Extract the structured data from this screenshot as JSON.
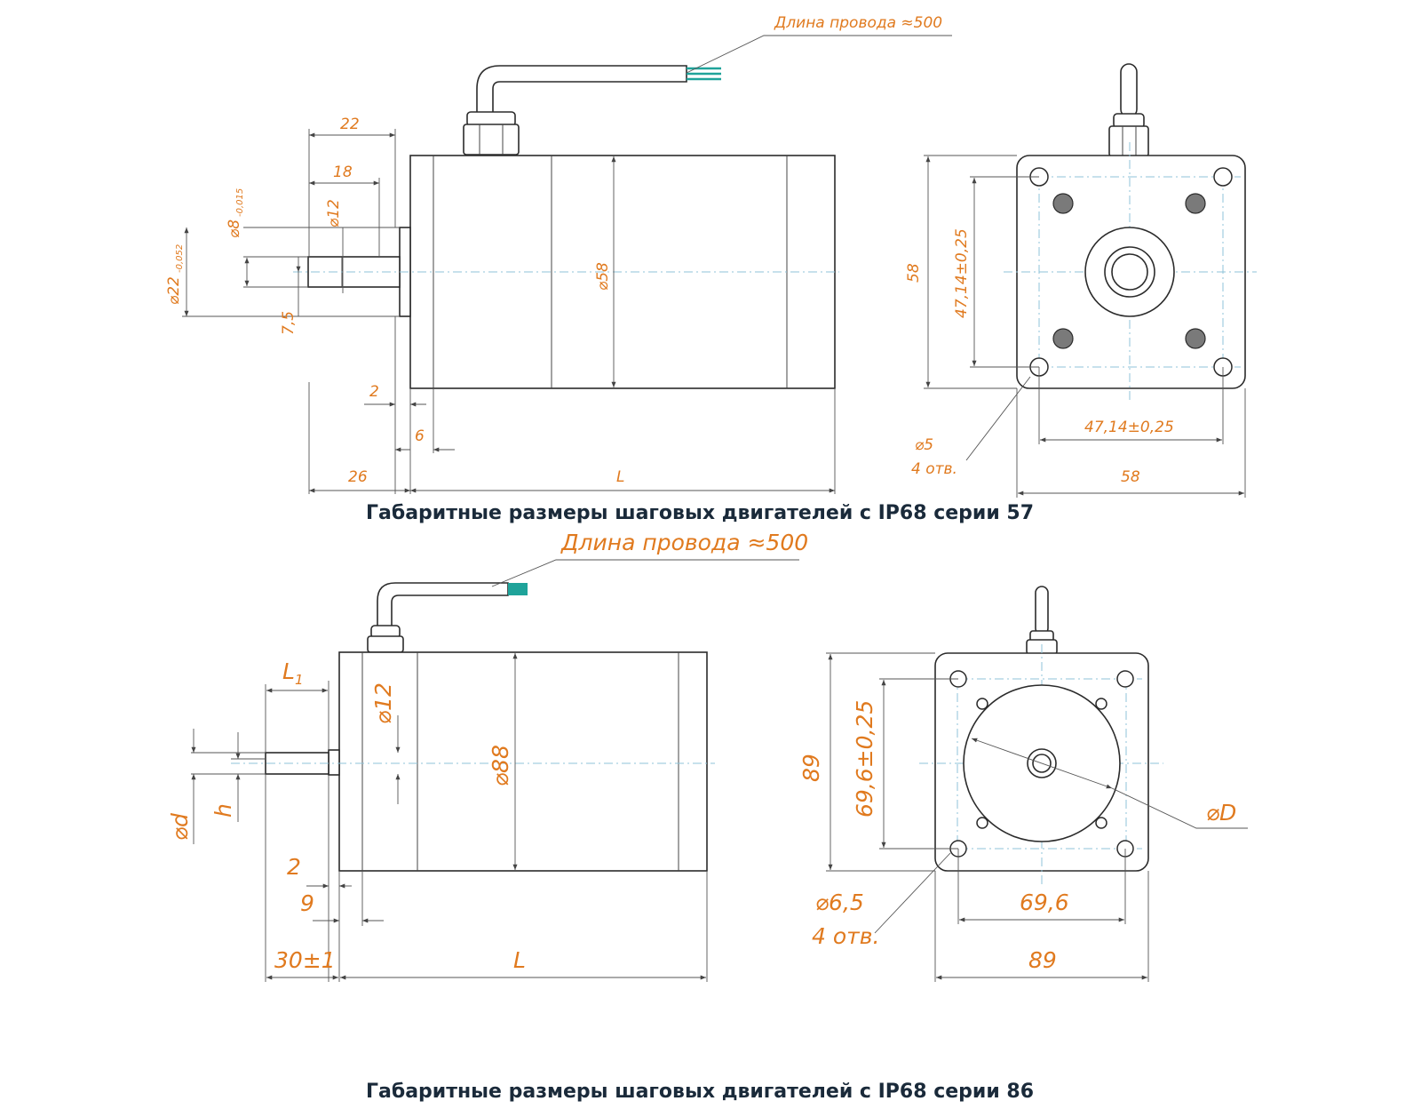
{
  "drawing57": {
    "wire_label": "Длина провода ≈500",
    "dims": {
      "d22": "22",
      "d18": "18",
      "phi8": "⌀8",
      "phi8_tol": "-0,015",
      "phi12": "⌀12",
      "phi22": "⌀22",
      "phi22_tol": "-0,052",
      "d7_5": "7,5",
      "phi58": "⌀58",
      "d2": "2",
      "d6": "6",
      "d26": "26",
      "L": "L",
      "d58_side": "58",
      "d47_v": "47,14±0,25",
      "d47_h": "47,14±0,25",
      "phi5": "⌀5",
      "holes": "4 отв.",
      "d58_bottom": "58"
    },
    "caption": "Габаритные размеры шаговых двигателей с IP68 серии 57"
  },
  "drawing86": {
    "wire_label": "Длина провода ≈500",
    "dims": {
      "L1": "L",
      "L1_sub": "1",
      "phi12": "⌀12",
      "phi88": "⌀88",
      "phi_d": "⌀d",
      "h": "h",
      "d2": "2",
      "d9": "9",
      "d30": "30±1",
      "L": "L",
      "d89_side": "89",
      "d69_v": "69,6±0,25",
      "phiD": "⌀D",
      "phi6_5": "⌀6,5",
      "holes": "4 отв.",
      "d69_h": "69,6",
      "d89_bottom": "89"
    },
    "caption": "Габаритные размеры шаговых двигателей с IP68 серии 86"
  },
  "colors": {
    "label": "#e07a1f",
    "outline": "#2b2b2b",
    "centerline": "#8fc3d8",
    "wire_tip": "#1fa39a",
    "caption": "#1a2a3a"
  }
}
